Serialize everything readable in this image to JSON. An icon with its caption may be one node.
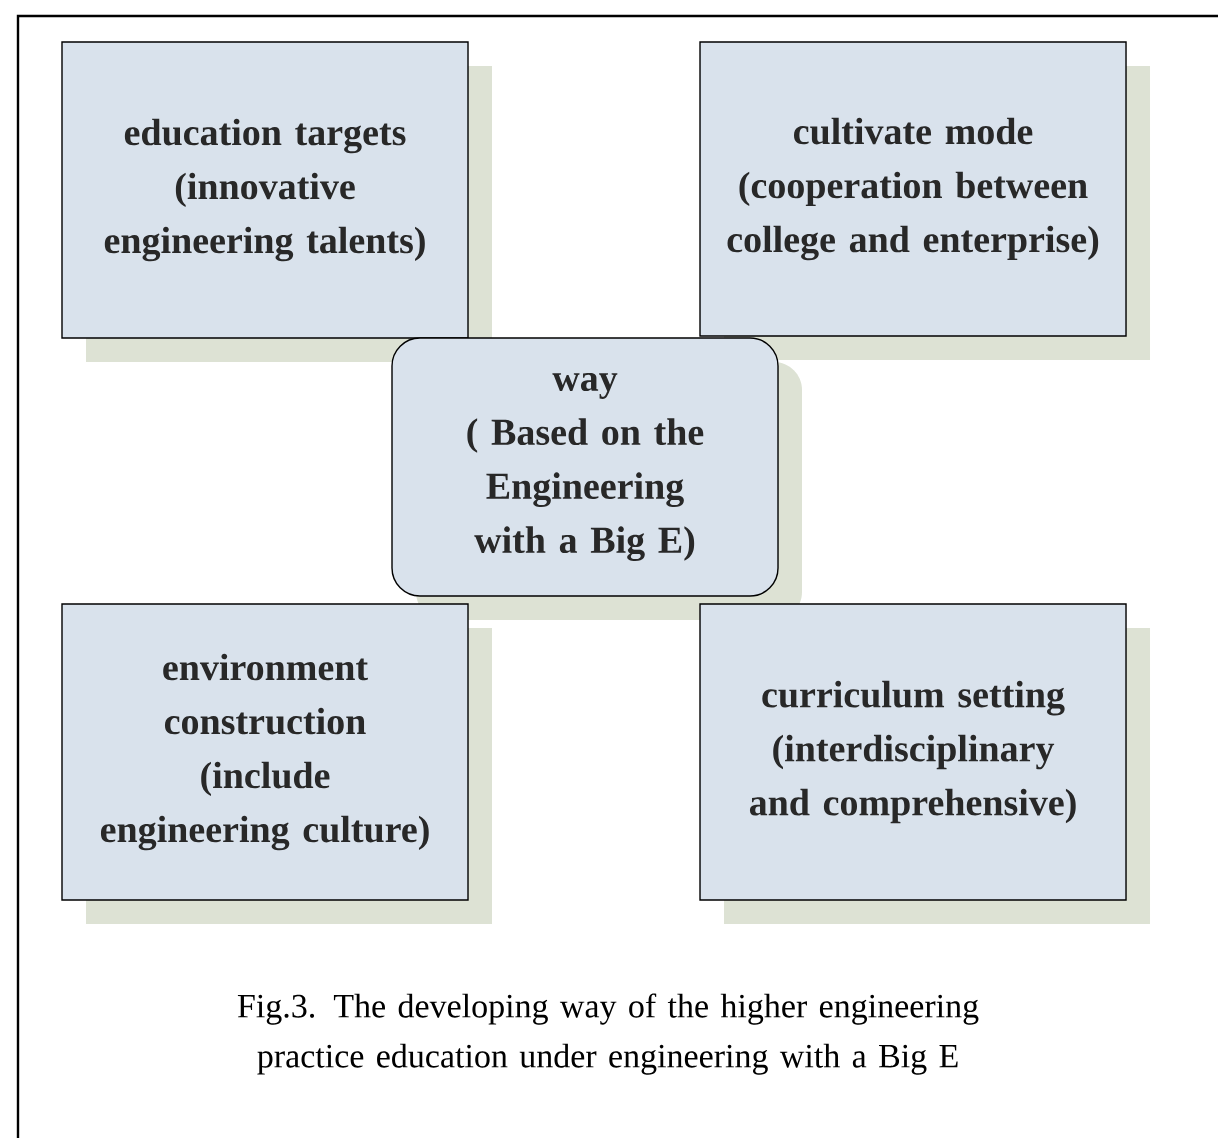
{
  "diagram": {
    "caption": "Fig.3. The developing way of the higher engineering practice education under engineering with a Big E",
    "nodes": [
      {
        "text": [
          "education targets",
          "(innovative engineering talents)"
        ]
      },
      {
        "text": [
          "cultivate mode",
          "(cooperation between college and enterprise)"
        ]
      },
      {
        "text": [
          "way",
          "( Based on the Engineering with a Big E)"
        ]
      },
      {
        "text": [
          "environment construction",
          "(include engineering culture)"
        ]
      },
      {
        "text": [
          "curriculum setting",
          "(interdisciplinary and comprehensive)"
        ]
      }
    ]
  }
}
